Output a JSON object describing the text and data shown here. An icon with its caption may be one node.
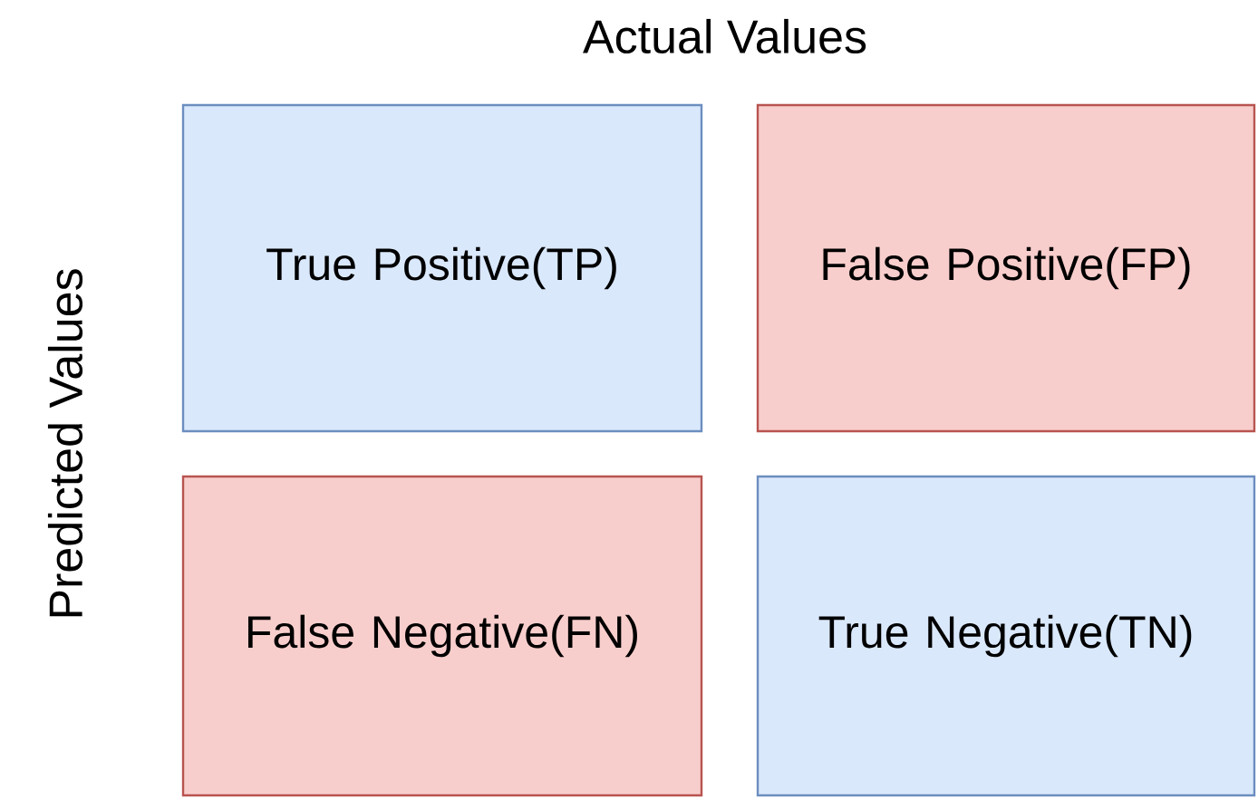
{
  "diagram": {
    "title": "Actual Values",
    "nodes": [
      {
        "text": [
          "True Positive(TP)"
        ]
      },
      {
        "text": [
          "False Positive(FP)"
        ]
      },
      {
        "text": [
          "False Negative(FN)"
        ]
      },
      {
        "text": [
          "True Negative(TN)"
        ]
      }
    ],
    "labels": [
      "Predicted Values"
    ]
  }
}
